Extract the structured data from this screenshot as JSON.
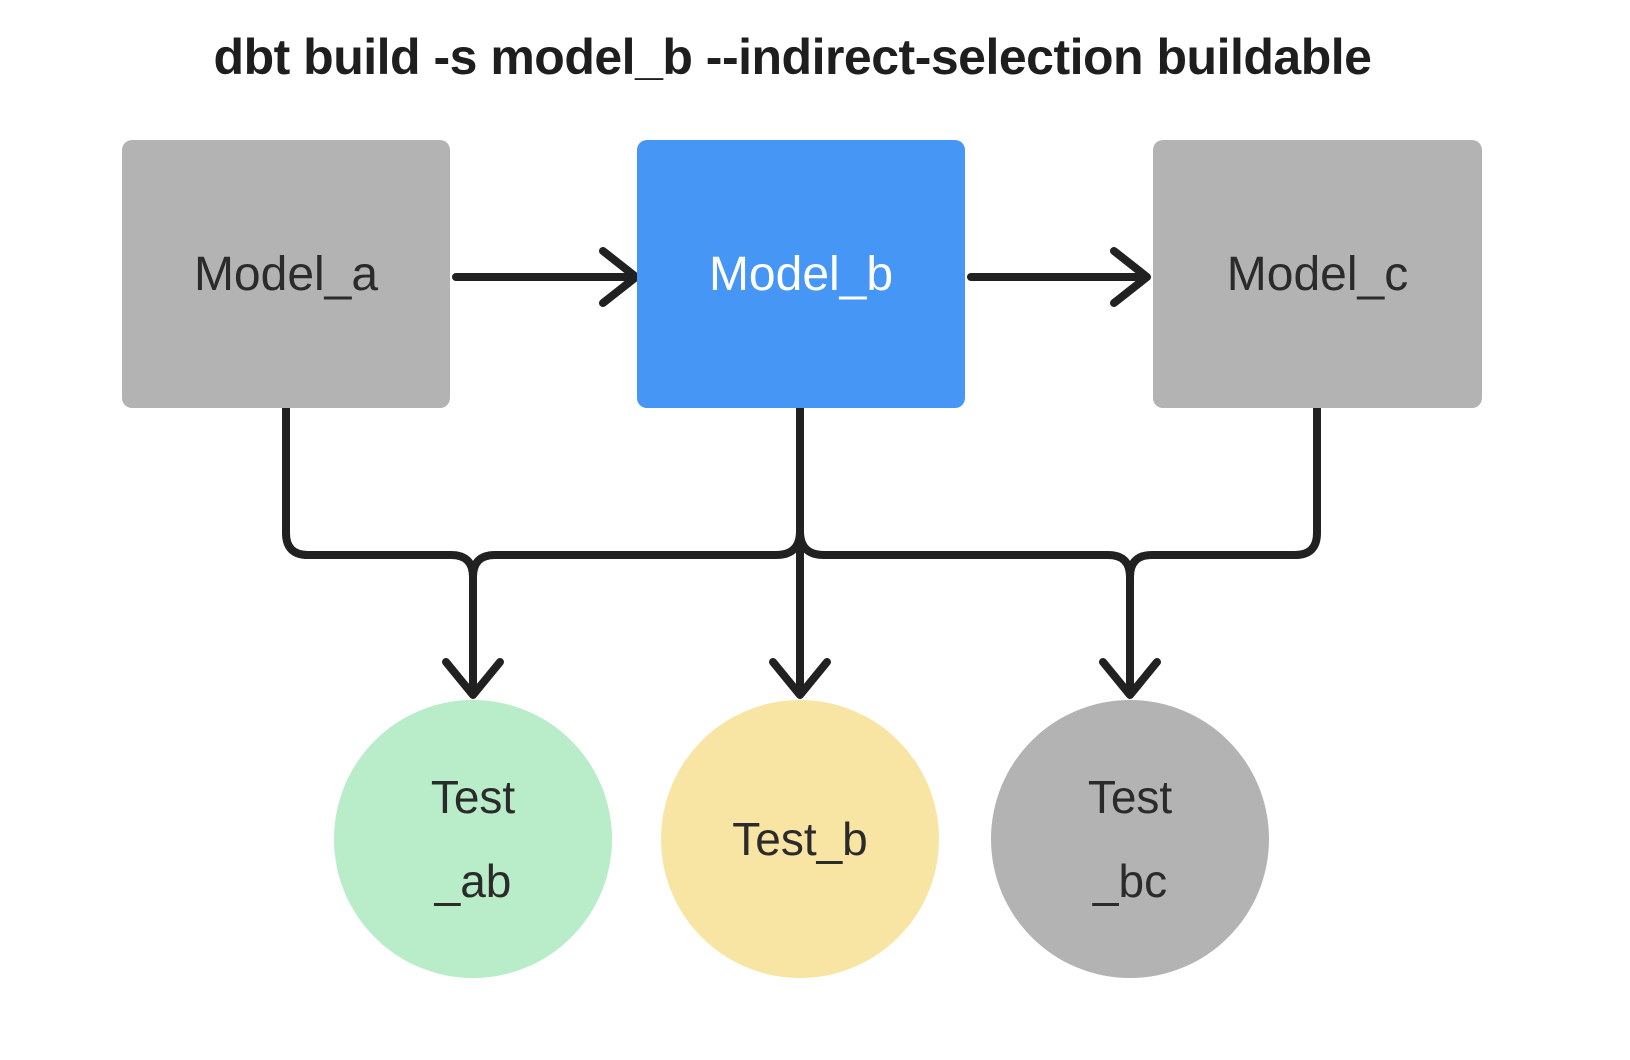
{
  "title": "dbt build -s model_b --indirect-selection buildable",
  "colors": {
    "background": "#ffffff",
    "edge_line": "#212121",
    "title_text": "#1e1e1e",
    "node_text_dark": "#2b2b2b",
    "node_text_light": "#ffffff",
    "model_unselected_gray": "#b3b3b3",
    "model_selected_blue": "#4696f5",
    "test_green": "#b9ecc8",
    "test_yellow": "#f8e5a4",
    "test_gray": "#b3b3b3"
  },
  "nodes": {
    "model_a": {
      "label": "Model_a",
      "color": "#b3b3b3",
      "text_color": "#2b2b2b",
      "shape": "rectangle"
    },
    "model_b": {
      "label": "Model_b",
      "color": "#4696f5",
      "text_color": "#ffffff",
      "shape": "rectangle"
    },
    "model_c": {
      "label": "Model_c",
      "color": "#b3b3b3",
      "text_color": "#2b2b2b",
      "shape": "rectangle"
    },
    "test_ab": {
      "label_line1": "Test",
      "label_line2": "_ab",
      "color": "#b9ecc8",
      "text_color": "#2b2b2b",
      "shape": "circle"
    },
    "test_b": {
      "label": "Test_b",
      "color": "#f8e5a4",
      "text_color": "#2b2b2b",
      "shape": "circle"
    },
    "test_bc": {
      "label_line1": "Test",
      "label_line2": "_bc",
      "color": "#b3b3b3",
      "text_color": "#2b2b2b",
      "shape": "circle"
    }
  },
  "edges": [
    {
      "from": "model_a",
      "to": "model_b"
    },
    {
      "from": "model_b",
      "to": "model_c"
    },
    {
      "from": "model_a",
      "to": "test_ab"
    },
    {
      "from": "model_b",
      "to": "test_ab"
    },
    {
      "from": "model_b",
      "to": "test_b"
    },
    {
      "from": "model_b",
      "to": "test_bc"
    },
    {
      "from": "model_c",
      "to": "test_bc"
    }
  ]
}
